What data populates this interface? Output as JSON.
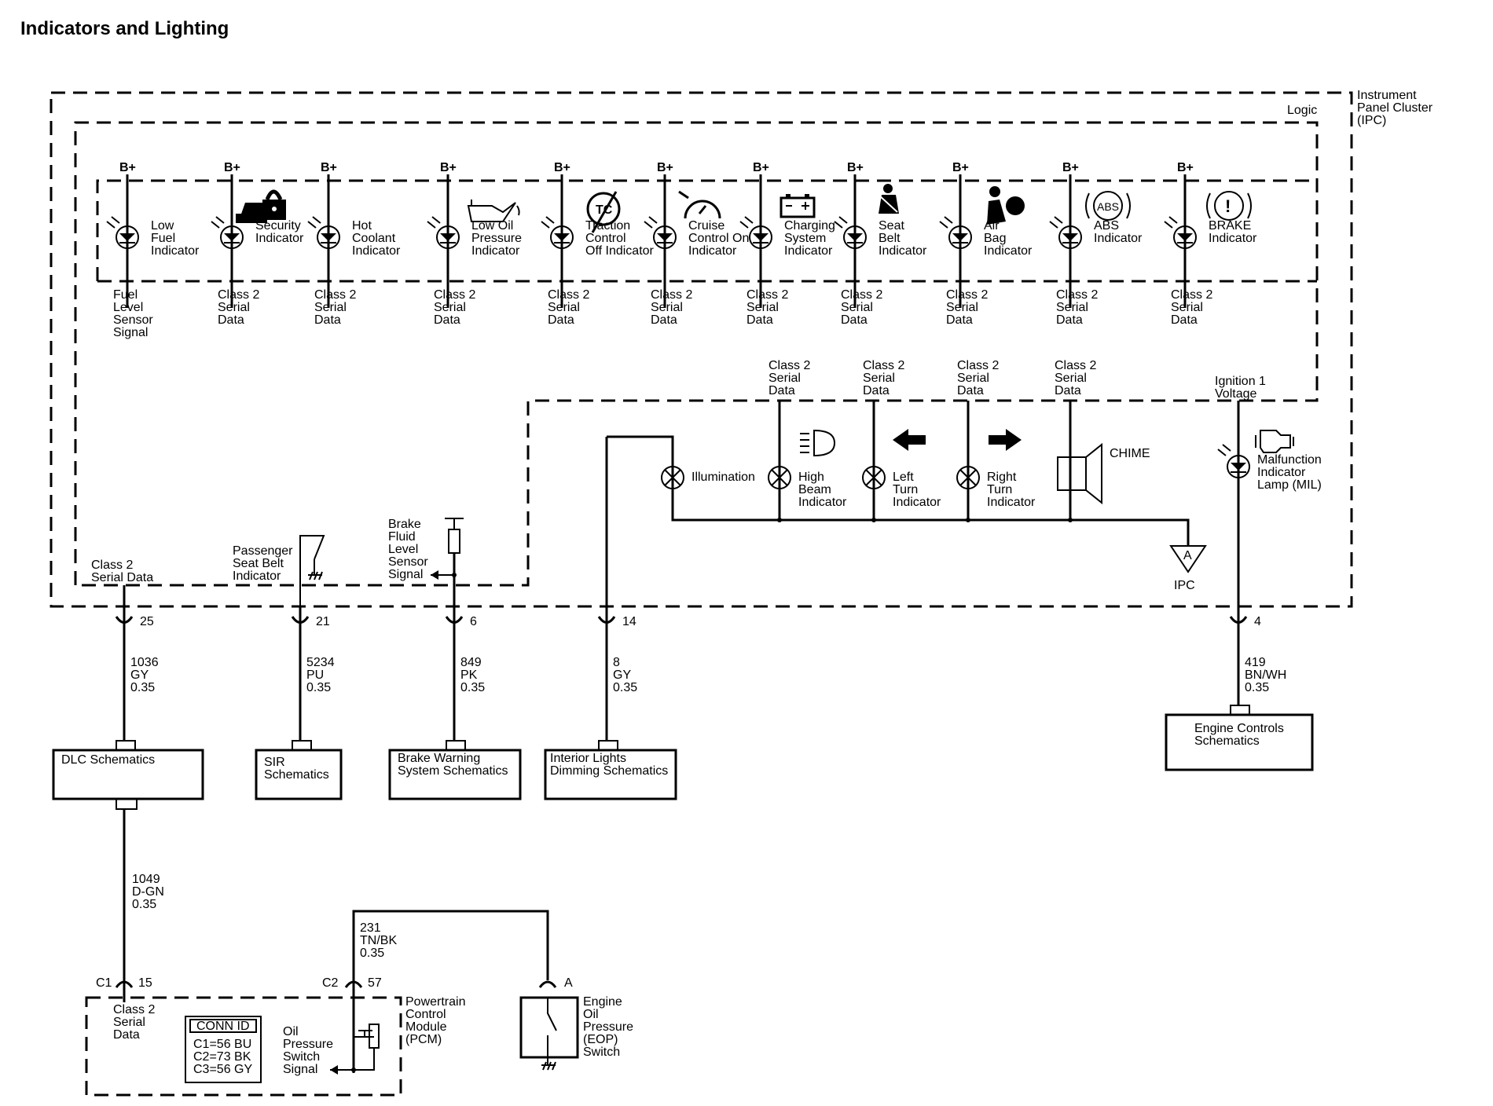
{
  "title": "Indicators and Lighting",
  "ipc": {
    "label_lines": [
      "Instrument",
      "Panel Cluster",
      "(IPC)"
    ],
    "logic": "Logic"
  },
  "bplus": "B+",
  "indicators": [
    {
      "label": [
        "Low",
        "Fuel",
        "Indicator"
      ],
      "signal": [
        "Fuel",
        "Level",
        "Sensor",
        "Signal"
      ],
      "icon": "fuel-icon"
    },
    {
      "label": [
        "Security",
        "Indicator"
      ],
      "signal": [
        "Class 2",
        "Serial",
        "Data"
      ],
      "icon": "car-lock-icon"
    },
    {
      "label": [
        "Hot",
        "Coolant",
        "Indicator"
      ],
      "signal": [
        "Class 2",
        "Serial",
        "Data"
      ],
      "icon": ""
    },
    {
      "label": [
        "Low Oil",
        "Pressure",
        "Indicator"
      ],
      "signal": [
        "Class 2",
        "Serial",
        "Data"
      ],
      "icon": "oil-can-icon"
    },
    {
      "label": [
        "Traction",
        "Control",
        "Off Indicator"
      ],
      "signal": [
        "Class 2",
        "Serial",
        "Data"
      ],
      "icon": "traction-off-icon"
    },
    {
      "label": [
        "Cruise",
        "Control On",
        "Indicator"
      ],
      "signal": [
        "Class 2",
        "Serial",
        "Data"
      ],
      "icon": "speedometer-icon"
    },
    {
      "label": [
        "Charging",
        "System",
        "Indicator"
      ],
      "signal": [
        "Class 2",
        "Serial",
        "Data"
      ],
      "icon": "battery-icon"
    },
    {
      "label": [
        "Seat",
        "Belt",
        "Indicator"
      ],
      "signal": [
        "Class 2",
        "Serial",
        "Data"
      ],
      "icon": "seatbelt-icon"
    },
    {
      "label": [
        "Air",
        "Bag",
        "Indicator"
      ],
      "signal": [
        "Class 2",
        "Serial",
        "Data"
      ],
      "icon": "airbag-icon"
    },
    {
      "label": [
        "ABS",
        "Indicator"
      ],
      "signal": [
        "Class 2",
        "Serial",
        "Data"
      ],
      "icon": "abs-icon"
    },
    {
      "label": [
        "BRAKE",
        "Indicator"
      ],
      "signal": [
        "Class 2",
        "Serial",
        "Data"
      ],
      "icon": "brake-warning-icon"
    }
  ],
  "icon_text": {
    "abs": "ABS",
    "brake": "!"
  },
  "lamps": [
    {
      "label": [
        "Illumination"
      ]
    },
    {
      "label": [
        "High",
        "Beam",
        "Indicator"
      ],
      "data": [
        "Class 2",
        "Serial",
        "Data"
      ]
    },
    {
      "label": [
        "Left",
        "Turn",
        "Indicator"
      ],
      "data": [
        "Class 2",
        "Serial",
        "Data"
      ]
    },
    {
      "label": [
        "Right",
        "Turn",
        "Indicator"
      ],
      "data": [
        "Class 2",
        "Serial",
        "Data"
      ]
    }
  ],
  "chime": {
    "label": "CHIME",
    "data": [
      "Class 2",
      "Serial",
      "Data"
    ]
  },
  "mil": {
    "supply": [
      "Ignition 1",
      "Voltage"
    ],
    "label": [
      "Malfunction",
      "Indicator",
      "Lamp (MIL)"
    ]
  },
  "ground": {
    "letter": "A",
    "label": "IPC"
  },
  "left_signals": {
    "serial": [
      "Class 2",
      "Serial Data"
    ],
    "seatbelt": [
      "Passenger",
      "Seat Belt",
      "Indicator"
    ],
    "brake_fluid": [
      "Brake",
      "Fluid",
      "Level",
      "Sensor",
      "Signal"
    ]
  },
  "circuits": [
    {
      "pin": "25",
      "wire": [
        "1036",
        "GY",
        "0.35"
      ],
      "dest": [
        "DLC Schematics"
      ]
    },
    {
      "pin": "21",
      "wire": [
        "5234",
        "PU",
        "0.35"
      ],
      "dest": [
        "SIR",
        "Schematics"
      ]
    },
    {
      "pin": "6",
      "wire": [
        "849",
        "PK",
        "0.35"
      ],
      "dest": [
        "Brake Warning",
        "System Schematics"
      ]
    },
    {
      "pin": "14",
      "wire": [
        "8",
        "GY",
        "0.35"
      ],
      "dest": [
        "Interior Lights",
        "Dimming Schematics"
      ]
    },
    {
      "pin": "4",
      "wire": [
        "419",
        "BN/WH",
        "0.35"
      ],
      "dest": [
        "Engine Controls",
        "Schematics"
      ]
    }
  ],
  "dlc_wire": [
    "1049",
    "D-GN",
    "0.35"
  ],
  "pcm": {
    "c1": "C1",
    "c1_pin": "15",
    "c2": "C2",
    "c2_pin": "57",
    "serial": [
      "Class 2",
      "Serial",
      "Data"
    ],
    "name": [
      "Powertrain",
      "Control",
      "Module",
      "(PCM)"
    ],
    "conn_title": "CONN ID",
    "conn": [
      "C1=56 BU",
      "C2=73 BK",
      "C3=56 GY"
    ],
    "oil_signal": [
      "Oil",
      "Pressure",
      "Switch",
      "Signal"
    ]
  },
  "eop_wire": [
    "231",
    "TN/BK",
    "0.35"
  ],
  "eop": {
    "pin": "A",
    "label": [
      "Engine",
      "Oil",
      "Pressure",
      "(EOP)",
      "Switch"
    ]
  }
}
